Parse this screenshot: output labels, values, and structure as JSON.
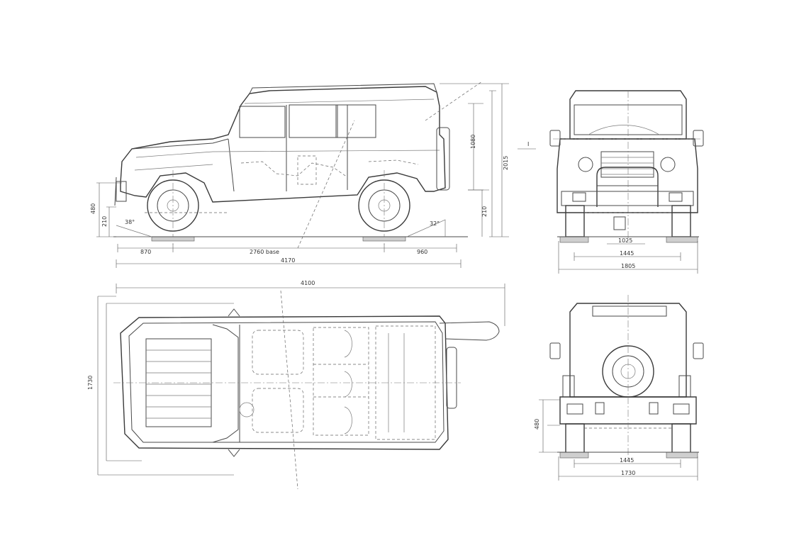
{
  "side_view": {
    "dims": {
      "overhang_front": "870",
      "wheelbase": "2760 base",
      "overhang_rear": "960",
      "overall_length": "4170",
      "height_body": "1080",
      "height_total": "2015",
      "clearance": "210",
      "front_bumper_h": "480",
      "front_low": "210",
      "approach": "38°",
      "departure": "32°"
    }
  },
  "front_view": {
    "dims": {
      "track": "1445",
      "width": "1805",
      "mid_mark": "1025"
    }
  },
  "top_view": {
    "dims": {
      "length_top": "4100",
      "width_left": "1730"
    }
  },
  "rear_view": {
    "dims": {
      "track": "1445",
      "width": "1730",
      "height_side": "480"
    }
  }
}
